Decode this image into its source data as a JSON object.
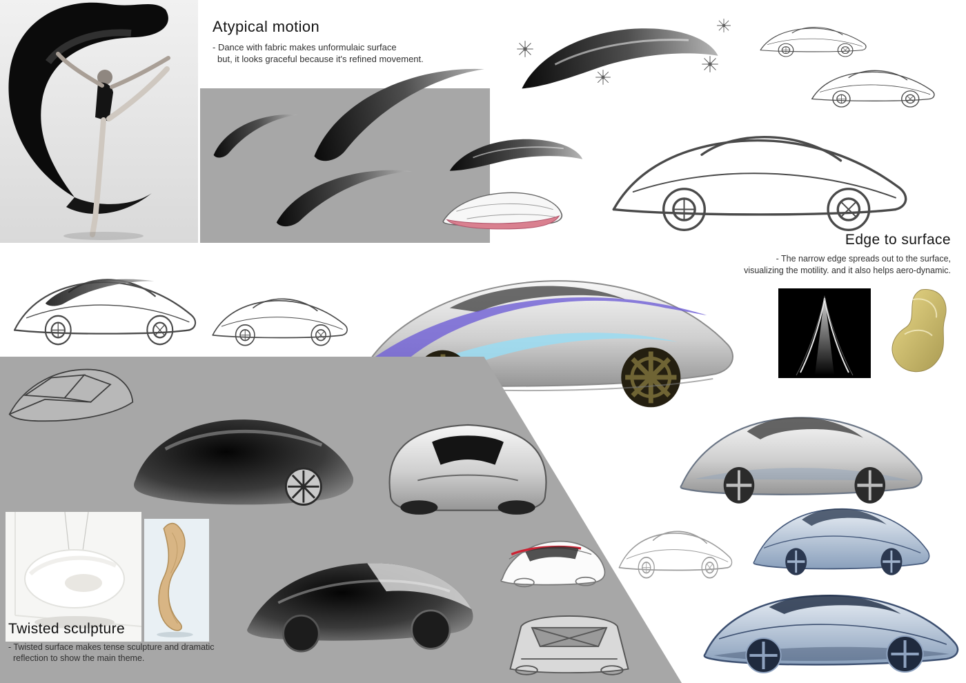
{
  "colors": {
    "panel_gray": "#a7a7a7",
    "accent_purple": "#6f5fd6",
    "accent_purple_light": "#8f82e2",
    "accent_cyan": "#9adcf2",
    "accent_pink": "#d9808f",
    "accent_red": "#cc2233",
    "gold": "#cdb878",
    "sketch_blue": "#7e97b4"
  },
  "sections": {
    "atypical_motion": {
      "title": "Atypical motion",
      "line1": "- Dance with fabric makes unformulaic surface",
      "line2": "but, it looks graceful because it's refined movement."
    },
    "edge_to_surface": {
      "title": "Edge to surface",
      "line1": "- The narrow edge spreads out to the surface,",
      "line2": "visualizing the motility. and it also helps aero-dynamic."
    },
    "twisted_sculpture": {
      "title": "Twisted sculpture",
      "line1": "- Twisted surface makes tense sculpture and dramatic",
      "line2": "reflection to show the main theme."
    }
  }
}
